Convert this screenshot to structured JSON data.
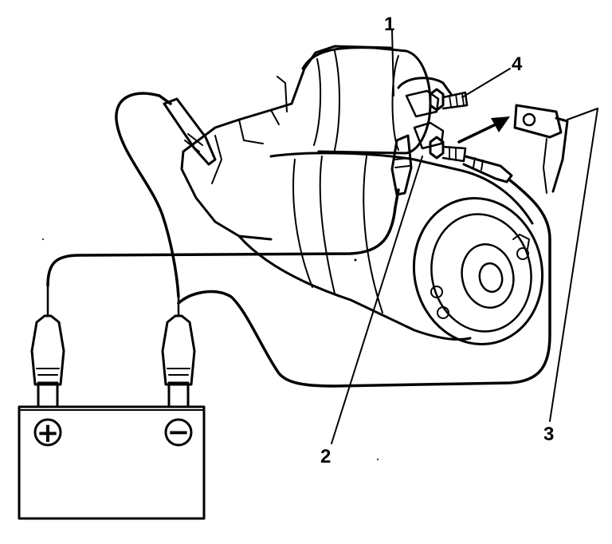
{
  "callouts": {
    "c1": "1",
    "c2": "2",
    "c3": "3",
    "c4": "4"
  },
  "battery": {
    "positive_symbol": "+",
    "negative_symbol": "−"
  }
}
